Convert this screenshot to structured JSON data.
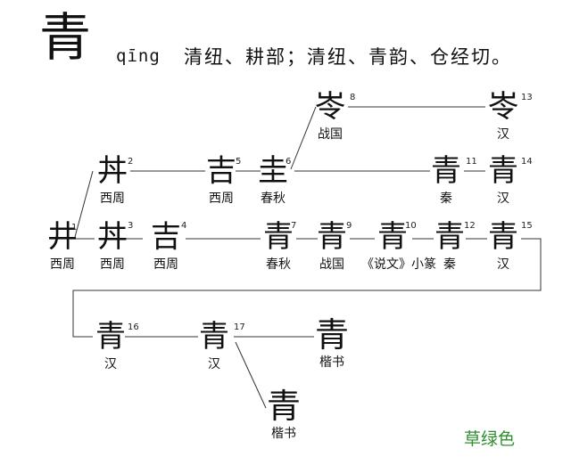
{
  "header": {
    "character": "青",
    "pinyin": "qīng",
    "phonetics": "清纽、耕部；清纽、青韵、仓经切。"
  },
  "nodes": [
    {
      "num": "1",
      "glyph": "井",
      "label": "西周"
    },
    {
      "num": "2",
      "glyph": "丼",
      "label": "西周"
    },
    {
      "num": "3",
      "glyph": "丼",
      "label": "西周"
    },
    {
      "num": "4",
      "glyph": "吉",
      "label": "西周"
    },
    {
      "num": "5",
      "glyph": "吉",
      "label": "西周"
    },
    {
      "num": "6",
      "glyph": "圭",
      "label": "春秋"
    },
    {
      "num": "7",
      "glyph": "青",
      "label": "春秋"
    },
    {
      "num": "8",
      "glyph": "岺",
      "label": "战国"
    },
    {
      "num": "9",
      "glyph": "青",
      "label": "战国"
    },
    {
      "num": "10",
      "glyph": "青",
      "label": "《说文》小篆"
    },
    {
      "num": "11",
      "glyph": "青",
      "label": "秦"
    },
    {
      "num": "12",
      "glyph": "青",
      "label": "秦"
    },
    {
      "num": "13",
      "glyph": "岺",
      "label": "汉"
    },
    {
      "num": "14",
      "glyph": "青",
      "label": "汉"
    },
    {
      "num": "15",
      "glyph": "青",
      "label": "汉"
    },
    {
      "num": "16",
      "glyph": "青",
      "label": "汉"
    },
    {
      "num": "17",
      "glyph": "青",
      "label": "汉"
    },
    {
      "num": "",
      "glyph": "青",
      "label": "楷书"
    },
    {
      "num": "",
      "glyph": "青",
      "label": "楷书"
    }
  ],
  "note": "草绿色"
}
